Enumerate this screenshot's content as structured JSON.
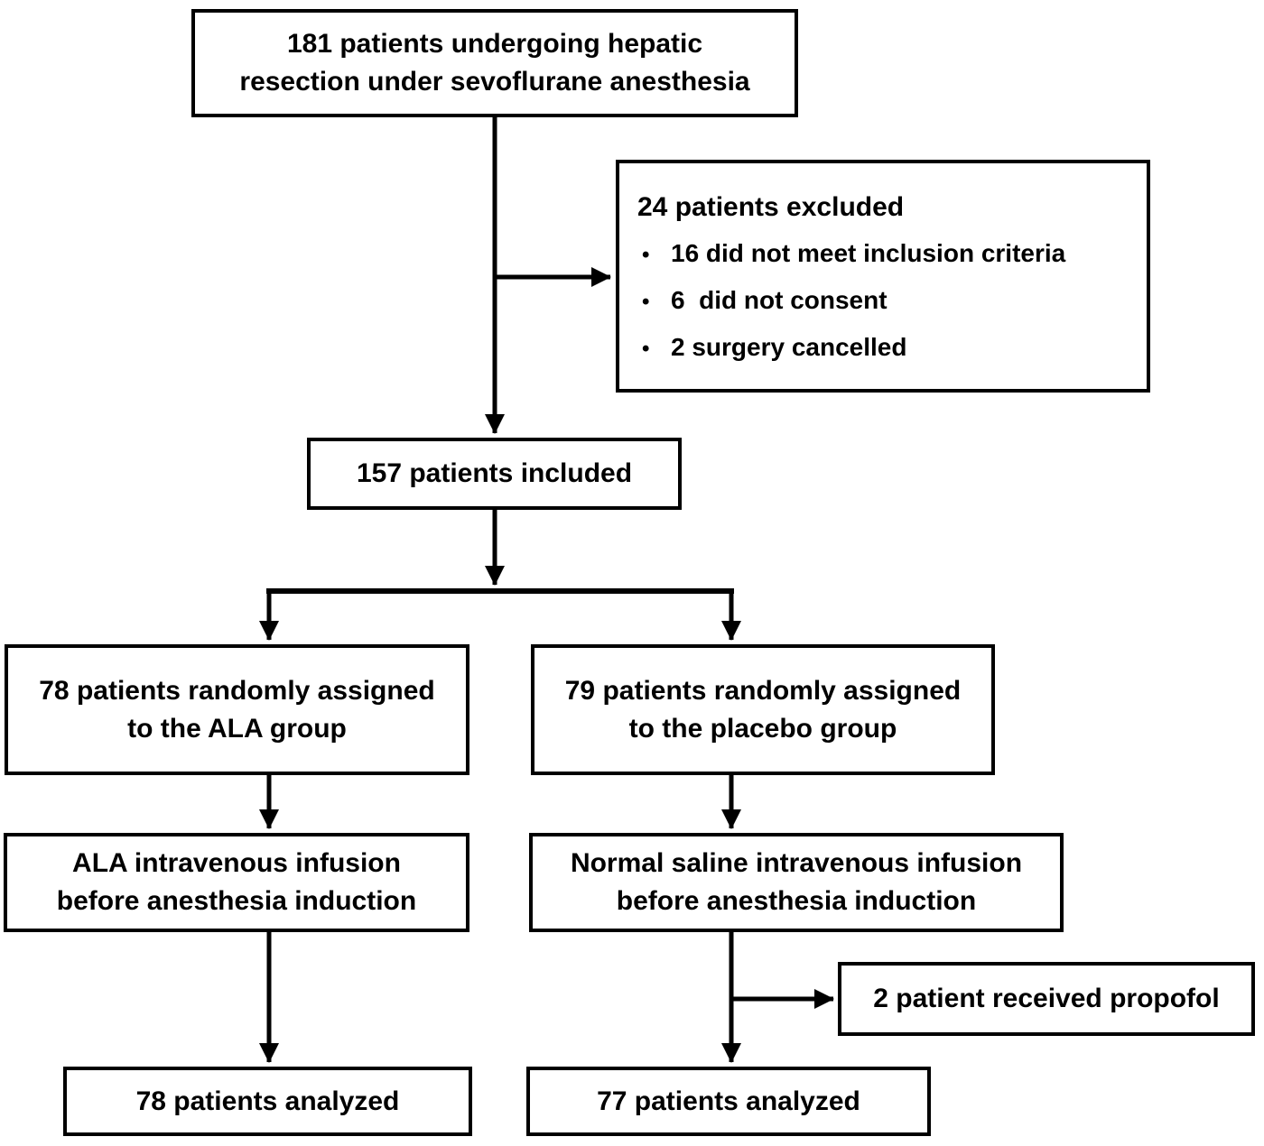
{
  "colors": {
    "line": "#000000",
    "text": "#000000",
    "background": "#ffffff"
  },
  "flowchart": {
    "enrollment_box": {
      "lines": [
        "181 patients undergoing hepatic",
        "resection under sevoflurane anesthesia"
      ]
    },
    "excluded_box": {
      "title": "24 patients excluded",
      "bullet_char": "•",
      "items": [
        "16 did not meet inclusion criteria",
        "6  did not consent",
        "2 surgery cancelled"
      ]
    },
    "included_box": {
      "text": "157 patients included"
    },
    "ala_group_box": {
      "lines": [
        "78 patients randomly assigned",
        "to the ALA group"
      ]
    },
    "placebo_group_box": {
      "lines": [
        "79 patients randomly assigned",
        "to the placebo group"
      ]
    },
    "ala_infusion_box": {
      "lines": [
        "ALA intravenous infusion",
        "before anesthesia induction"
      ]
    },
    "saline_infusion_box": {
      "lines": [
        "Normal saline intravenous infusion",
        "before anesthesia induction"
      ]
    },
    "propofol_box": {
      "text": "2 patient received propofol"
    },
    "ala_analyzed_box": {
      "text": "78 patients analyzed"
    },
    "placebo_analyzed_box": {
      "text": "77 patients analyzed"
    }
  }
}
